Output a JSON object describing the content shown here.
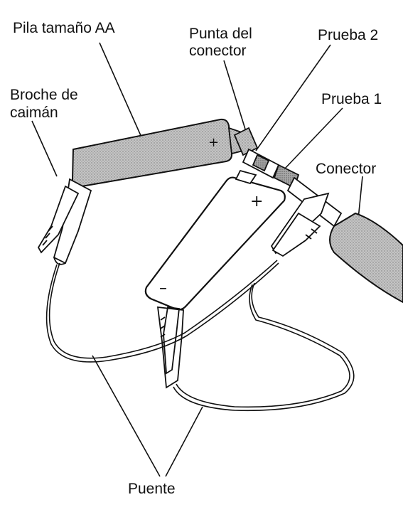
{
  "labels": {
    "battery": "Pila tamaño AA",
    "tip_line1": "Punta del",
    "tip_line2": "conector",
    "probe2": "Prueba 2",
    "probe1": "Prueba 1",
    "clip_line1": "Broche de",
    "clip_line2": "caimán",
    "connector": "Conector",
    "jumper": "Puente"
  },
  "symbols": {
    "plus_small": "+",
    "plus": "+",
    "minus": "–"
  },
  "colors": {
    "ink": "#111111",
    "shading": "#b5b5b5",
    "paper": "#ffffff"
  }
}
